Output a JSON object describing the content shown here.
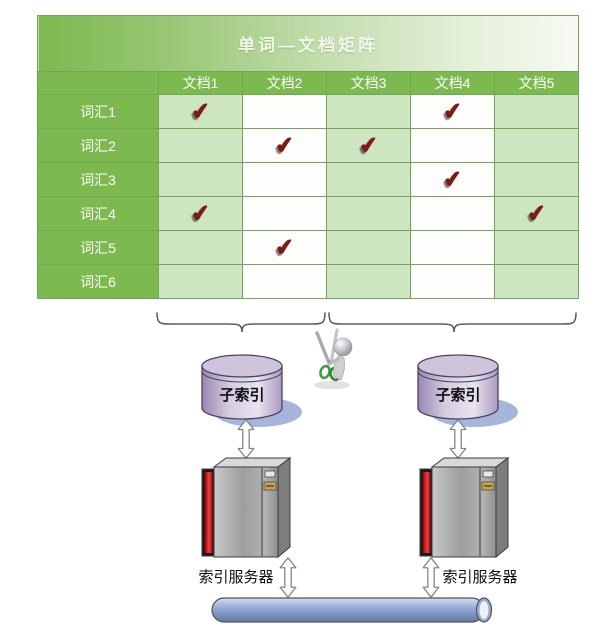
{
  "title": "单词—文档矩阵",
  "matrix": {
    "corner_label": "",
    "doc_headers": [
      "文档1",
      "文档2",
      "文档3",
      "文档4",
      "文档5"
    ],
    "row_labels": [
      "词汇1",
      "词汇2",
      "词汇3",
      "词汇4",
      "词汇5",
      "词汇6"
    ],
    "checks": [
      [
        1,
        0,
        0,
        1,
        0
      ],
      [
        0,
        1,
        1,
        0,
        0
      ],
      [
        0,
        0,
        0,
        1,
        0
      ],
      [
        1,
        0,
        0,
        0,
        1
      ],
      [
        0,
        1,
        0,
        0,
        0
      ],
      [
        0,
        0,
        0,
        0,
        0
      ]
    ],
    "check_glyph": "✔"
  },
  "partitions": {
    "left_cylinder_label": "子索引",
    "right_cylinder_label": "子索引"
  },
  "servers": {
    "left_label": "索引服务器",
    "right_label": "索引服务器"
  },
  "colors": {
    "header_green": "#7cba50",
    "cell_green": "#cde6c1",
    "cell_white": "#fdfefc",
    "grid_green": "#74a45b",
    "check_maroon": "#7d1b12",
    "cylinder_lavender": "#b4a3c7",
    "cylinder_shadow": "#a6b5d9",
    "server_red": "#cc1515",
    "pipe_blue": "#8ba1cd",
    "brace_gray": "#5f5f5f"
  }
}
